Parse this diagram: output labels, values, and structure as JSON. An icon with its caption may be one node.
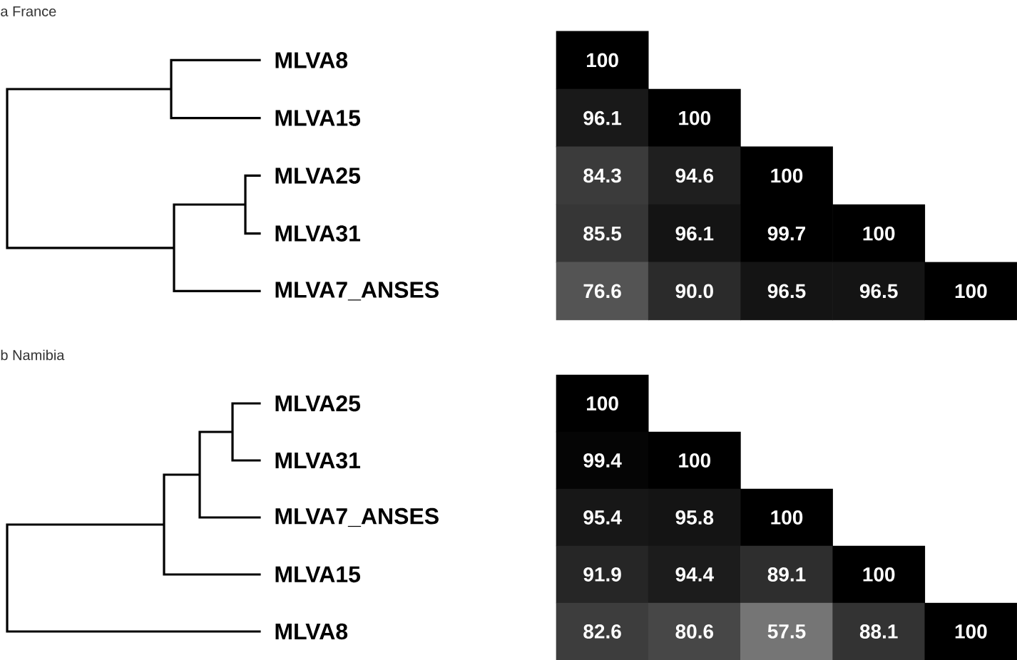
{
  "diagram": {
    "labels": [
      "a France",
      "MLVA8",
      "MLVA15",
      "MLVA25",
      "MLVA31",
      "MLVA7_ANSES",
      "100",
      "96.1",
      "100",
      "84.3",
      "94.6",
      "100",
      "85.5",
      "96.1",
      "99.7",
      "100",
      "76.6",
      "90.0",
      "96.5",
      "96.5",
      "100",
      "b Namibia",
      "MLVA25",
      "MLVA31",
      "MLVA7_ANSES",
      "MLVA15",
      "MLVA8",
      "100",
      "99.4",
      "100",
      "95.4",
      "95.8",
      "100",
      "91.9",
      "94.4",
      "89.1",
      "100",
      "82.6",
      "80.6",
      "57.5",
      "88.1",
      "100"
    ]
  }
}
